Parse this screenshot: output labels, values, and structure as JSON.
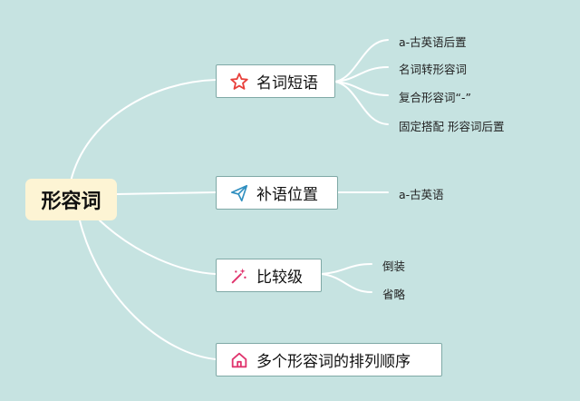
{
  "root": {
    "label": "形容词"
  },
  "branches": [
    {
      "label": "名词短语",
      "icon": "star-icon",
      "color": "#e8413c",
      "leaves": [
        "a-古英语后置",
        "名词转形容词",
        "复合形容词“-”",
        "固定搭配 形容词后置"
      ]
    },
    {
      "label": "补语位置",
      "icon": "paper-plane-icon",
      "color": "#2f8fc0",
      "leaves": [
        "a-古英语"
      ]
    },
    {
      "label": "比较级",
      "icon": "magic-wand-icon",
      "color": "#e0356e",
      "leaves": [
        "倒装",
        "省略"
      ]
    },
    {
      "label": "多个形容词的排列顺序",
      "icon": "home-icon",
      "color": "#e0356e",
      "leaves": []
    }
  ]
}
